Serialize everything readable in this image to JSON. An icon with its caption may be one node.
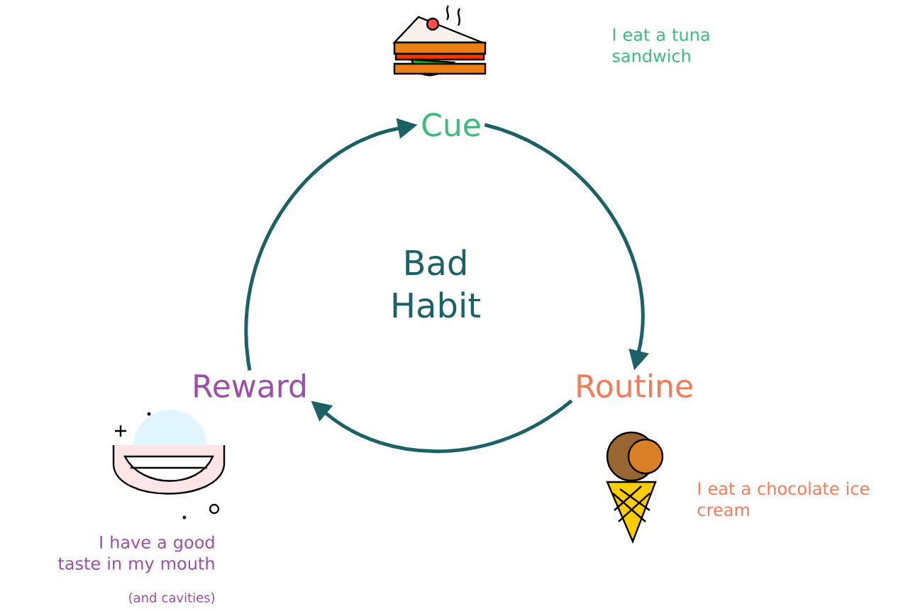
{
  "diagram": {
    "nodes": [
      {
        "text": [
          "Cue"
        ]
      },
      {
        "text": [
          "Routine"
        ]
      },
      {
        "text": [
          "Reward"
        ]
      }
    ],
    "edges": [
      {
        "from": 0,
        "to": 1,
        "arrow": "to"
      },
      {
        "from": 1,
        "to": 2,
        "arrow": "to"
      },
      {
        "from": 2,
        "to": 0,
        "arrow": "to"
      }
    ],
    "labels": [
      "I eat a tuna sandwich",
      "Bad Habit",
      "I eat a chocolate ice cream",
      "I have a good taste in my mouth",
      "(and cavities)"
    ]
  }
}
